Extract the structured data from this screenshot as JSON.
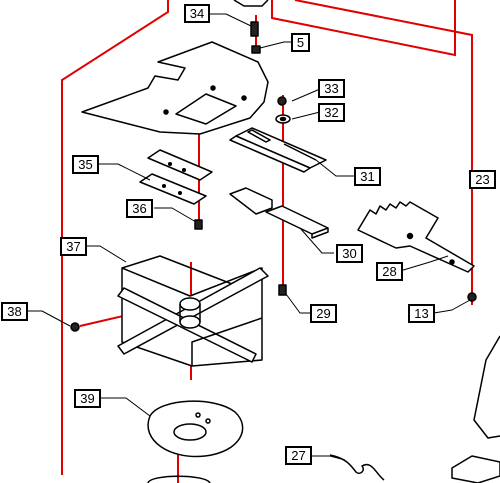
{
  "diagram": {
    "callouts": [
      {
        "id": "34",
        "label": "34"
      },
      {
        "id": "5",
        "label": "5"
      },
      {
        "id": "33",
        "label": "33"
      },
      {
        "id": "32",
        "label": "32"
      },
      {
        "id": "31",
        "label": "31"
      },
      {
        "id": "35",
        "label": "35"
      },
      {
        "id": "36",
        "label": "36"
      },
      {
        "id": "23",
        "label": "23"
      },
      {
        "id": "37",
        "label": "37"
      },
      {
        "id": "30",
        "label": "30"
      },
      {
        "id": "28",
        "label": "28"
      },
      {
        "id": "38",
        "label": "38"
      },
      {
        "id": "29",
        "label": "29"
      },
      {
        "id": "13",
        "label": "13"
      },
      {
        "id": "39",
        "label": "39"
      },
      {
        "id": "27",
        "label": "27"
      }
    ],
    "colors": {
      "assembly_line": "#e00000",
      "line_art": "#000000"
    }
  }
}
